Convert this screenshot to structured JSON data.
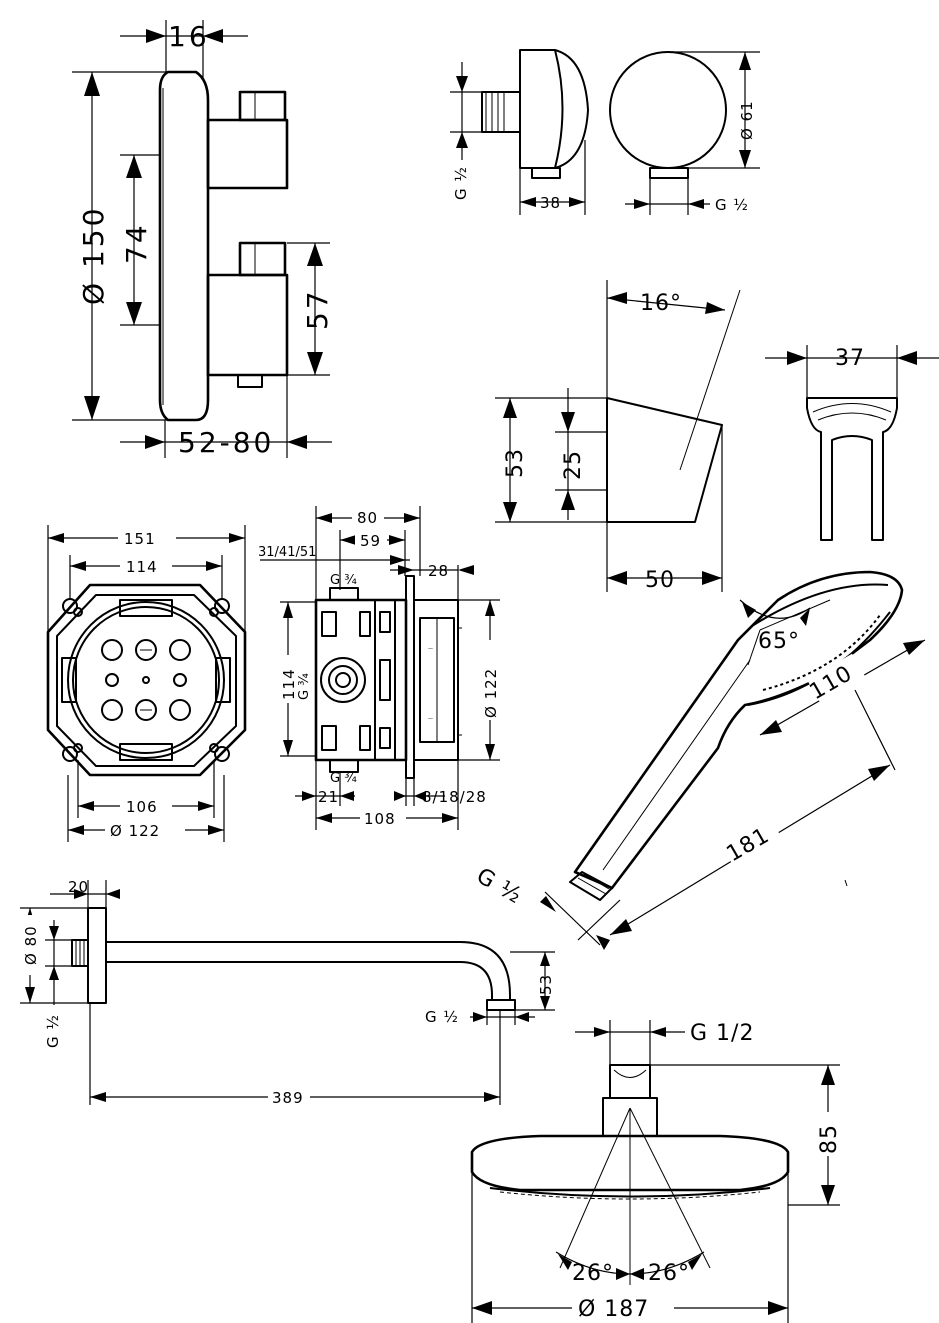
{
  "thermostat": {
    "dim_16": "16",
    "dim_150": "Ø 150",
    "dim_74": "74",
    "dim_57": "57",
    "dim_52_80": "52-80"
  },
  "wall_outlet": {
    "dim_g_half_left": "G ½",
    "dim_38": "38",
    "dim_61": "Ø 61",
    "dim_g_half_right": "G ½"
  },
  "holder": {
    "dim_16deg": "16°",
    "dim_53": "53",
    "dim_25": "25",
    "dim_50": "50",
    "dim_37": "37"
  },
  "ibox_front": {
    "dim_151": "151",
    "dim_114": "114",
    "dim_106": "106",
    "dim_122": "Ø 122"
  },
  "ibox_side": {
    "dim_80": "80",
    "dim_59": "59",
    "dim_31_41_51": "31/41/51",
    "dim_28": "28",
    "g_top": "G ¾",
    "g_mid": "G ¾",
    "g_bottom": "G ¾",
    "dim_114": "114",
    "dim_122": "Ø 122",
    "dim_21": "21",
    "dim_8_18_28": "8/18/28",
    "dim_108": "108"
  },
  "hand_shower": {
    "dim_65deg": "65°",
    "dim_110": "110",
    "dim_181": "181",
    "dim_g_half": "G ½"
  },
  "shower_arm": {
    "dim_20": "20",
    "dim_80": "Ø 80",
    "dim_g_half_left": "G ½",
    "dim_53": "53",
    "dim_g_half_right": "G ½",
    "dim_389": "389"
  },
  "overhead_shower": {
    "dim_g_half": "G 1/2",
    "dim_85": "85",
    "dim_26_left": "26°",
    "dim_26_right": "26°",
    "dim_187": "Ø 187"
  }
}
